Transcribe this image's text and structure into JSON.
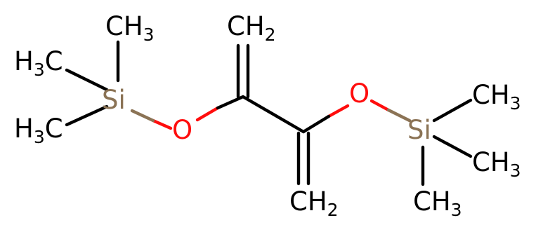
{
  "colors": {
    "background": "#ffffff",
    "carbon": "#000000",
    "oxygen": "#ff0d0d",
    "silicon": "#8b7355"
  },
  "atoms": {
    "ch3_top": {
      "main": "CH",
      "sub": "3"
    },
    "ch3_left1": {
      "main": "H",
      "sub": "3",
      "tail": "C"
    },
    "ch3_left2": {
      "main": "H",
      "sub": "3",
      "tail": "C"
    },
    "si_left": {
      "main": "Si"
    },
    "o_left": {
      "main": "O"
    },
    "ch2_top": {
      "main": "CH",
      "sub": "2"
    },
    "o_right": {
      "main": "O"
    },
    "ch2_bottom": {
      "main": "CH",
      "sub": "2"
    },
    "si_right": {
      "main": "Si"
    },
    "ch3_right1": {
      "main": "CH",
      "sub": "3"
    },
    "ch3_right2": {
      "main": "CH",
      "sub": "3"
    },
    "ch3_right3": {
      "main": "CH",
      "sub": "3"
    }
  }
}
